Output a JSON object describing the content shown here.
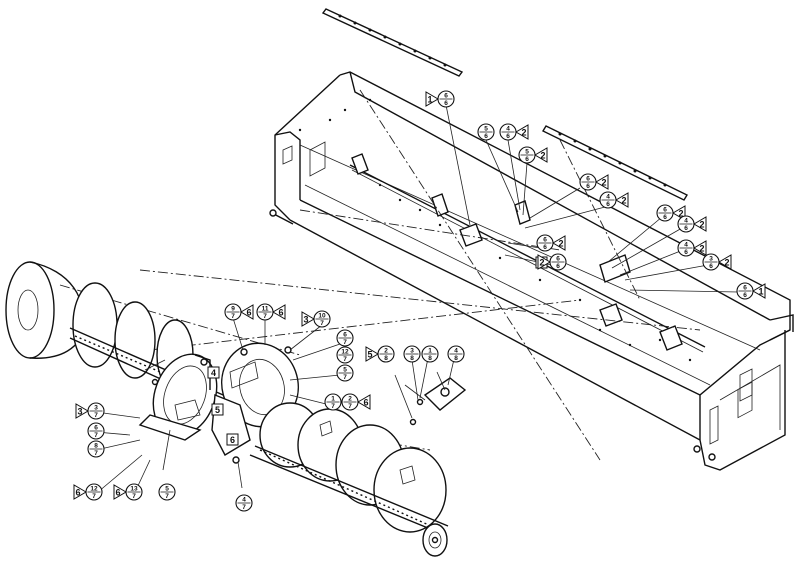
{
  "callouts": [
    {
      "id": "c1",
      "top": "6",
      "bottom": "6",
      "flag": "1",
      "flag_side": "left"
    },
    {
      "id": "c2",
      "top": "5",
      "bottom": "6",
      "flag": "",
      "flag_side": ""
    },
    {
      "id": "c3",
      "top": "4",
      "bottom": "6",
      "flag": "2",
      "flag_side": "right"
    },
    {
      "id": "c4",
      "top": "5",
      "bottom": "6",
      "flag": "2",
      "flag_side": "right"
    },
    {
      "id": "c5",
      "top": "6",
      "bottom": "6",
      "flag": "2",
      "flag_side": "right"
    },
    {
      "id": "c6",
      "top": "4",
      "bottom": "6",
      "flag": "2",
      "flag_side": "right"
    },
    {
      "id": "c7",
      "top": "6",
      "bottom": "6",
      "flag": "2",
      "flag_side": "right"
    },
    {
      "id": "c8",
      "top": "6",
      "bottom": "6",
      "flag": "2",
      "flag_side": "left"
    },
    {
      "id": "c9",
      "top": "6",
      "bottom": "6",
      "flag": "2",
      "flag_side": "right"
    },
    {
      "id": "c10",
      "top": "4",
      "bottom": "6",
      "flag": "2",
      "flag_side": "right"
    },
    {
      "id": "c11",
      "top": "4",
      "bottom": "6",
      "flag": "2",
      "flag_side": "right"
    },
    {
      "id": "c12",
      "top": "3",
      "bottom": "6",
      "flag": "2",
      "flag_side": "right"
    },
    {
      "id": "c13",
      "top": "6",
      "bottom": "6",
      "flag": "1",
      "flag_side": "right"
    },
    {
      "id": "c14",
      "top": "9",
      "bottom": "7",
      "flag": "6",
      "flag_side": "right"
    },
    {
      "id": "c15",
      "top": "11",
      "bottom": "7",
      "flag": "6",
      "flag_side": "right"
    },
    {
      "id": "c16",
      "top": "10",
      "bottom": "7",
      "flag": "3",
      "flag_side": "left"
    },
    {
      "id": "c17",
      "top": "6",
      "bottom": "7",
      "flag": "",
      "flag_side": ""
    },
    {
      "id": "c18",
      "top": "12",
      "bottom": "7",
      "flag": "",
      "flag_side": ""
    },
    {
      "id": "c19",
      "top": "5",
      "bottom": "7",
      "flag": "",
      "flag_side": ""
    },
    {
      "id": "c20",
      "top": "1",
      "bottom": "7",
      "flag": "",
      "flag_side": ""
    },
    {
      "id": "c21",
      "top": "2",
      "bottom": "7",
      "flag": "6",
      "flag_side": "right"
    },
    {
      "id": "c22",
      "top": "3",
      "bottom": "7",
      "flag": "3",
      "flag_side": "left"
    },
    {
      "id": "c23",
      "top": "6",
      "bottom": "7",
      "flag": "",
      "flag_side": ""
    },
    {
      "id": "c24",
      "top": "8",
      "bottom": "7",
      "flag": "",
      "flag_side": ""
    },
    {
      "id": "c25",
      "top": "12",
      "bottom": "7",
      "flag": "6",
      "flag_side": "left"
    },
    {
      "id": "c26",
      "top": "13",
      "bottom": "7",
      "flag": "6",
      "flag_side": "left"
    },
    {
      "id": "c27",
      "top": "5",
      "bottom": "7",
      "flag": "",
      "flag_side": ""
    },
    {
      "id": "c28",
      "top": "4",
      "bottom": "7",
      "flag": "",
      "flag_side": ""
    },
    {
      "id": "c29",
      "top": "2",
      "bottom": "8",
      "flag": "5",
      "flag_side": "left"
    },
    {
      "id": "c30",
      "top": "3",
      "bottom": "8",
      "flag": "",
      "flag_side": ""
    },
    {
      "id": "c31",
      "top": "1",
      "bottom": "8",
      "flag": "",
      "flag_side": ""
    },
    {
      "id": "c32",
      "top": "4",
      "bottom": "8",
      "flag": "",
      "flag_side": ""
    }
  ],
  "part_labels": {
    "p1": "4",
    "p2": "5",
    "p3": "6",
    "p4": "2"
  }
}
